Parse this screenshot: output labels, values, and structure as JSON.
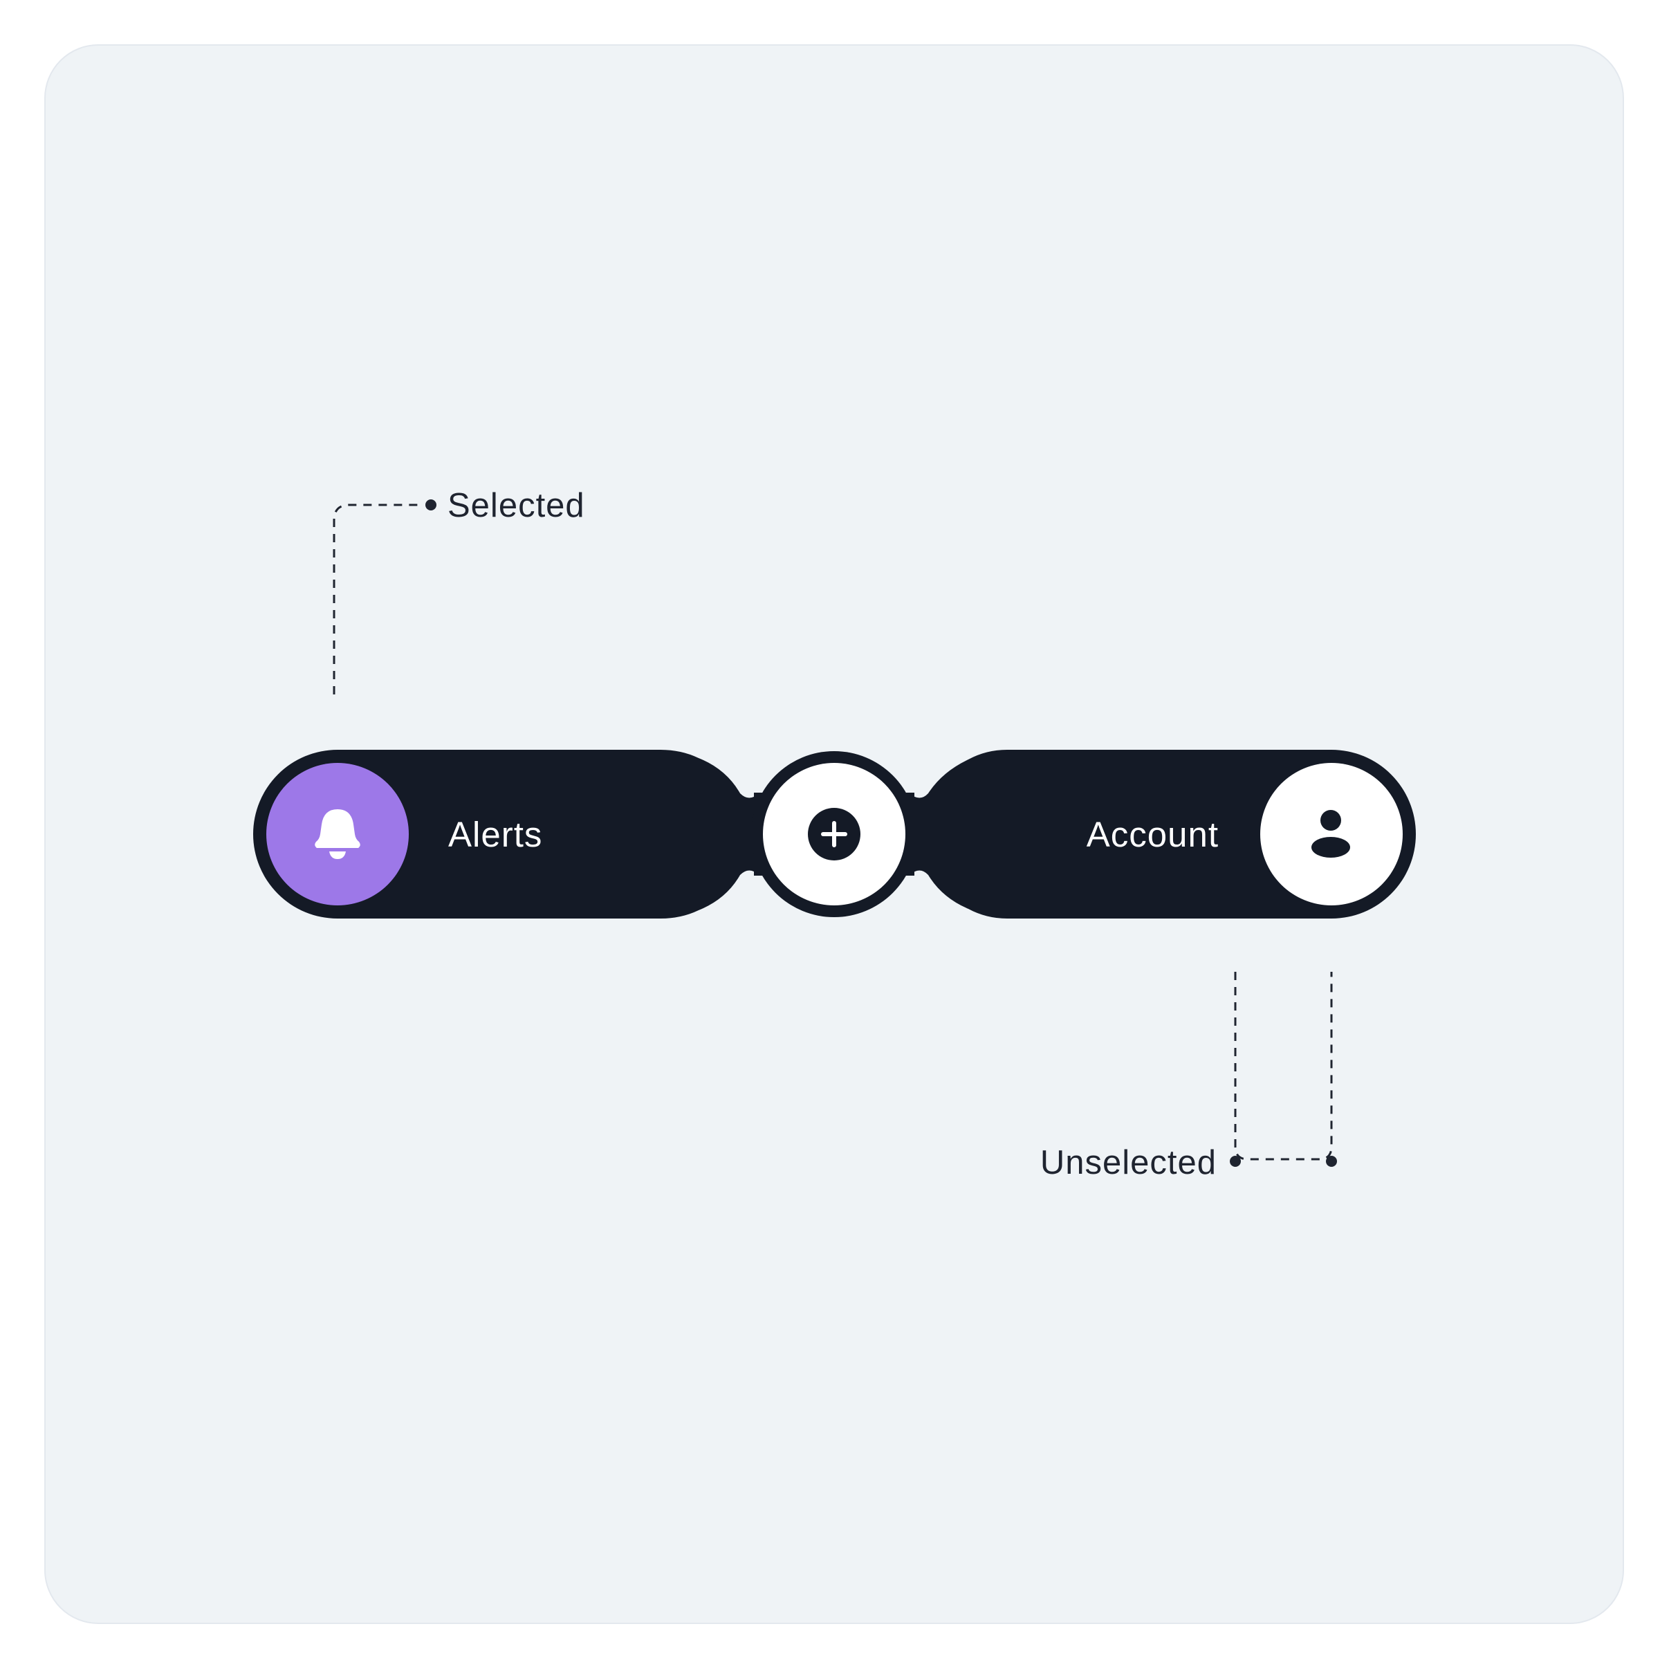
{
  "nav": {
    "items": [
      {
        "label": "Alerts",
        "icon": "bell-icon",
        "selected": true
      },
      {
        "label": "",
        "icon": "plus-icon",
        "selected": false
      },
      {
        "label": "Account",
        "icon": "user-icon",
        "selected": false
      }
    ]
  },
  "annotations": {
    "selected": "Selected",
    "unselected": "Unselected"
  },
  "colors": {
    "background": "#eff3f6",
    "bar": "#141a26",
    "selected_accent": "#9d78e8",
    "button_fill": "#ffffff",
    "text": "#1f2430"
  }
}
